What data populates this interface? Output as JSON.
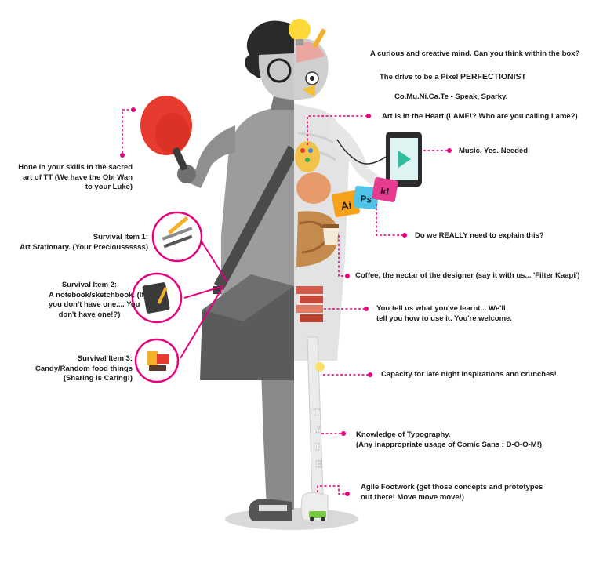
{
  "colors": {
    "accent": "#e6007e",
    "body_gray": "#9c9c9c",
    "body_dark": "#6f6f6f",
    "skeleton": "#dedede",
    "ground": "#d9d9d9"
  },
  "icon_labels": {
    "illustrator": "Ai",
    "photoshop": "Ps",
    "indesign": "Id",
    "spine_letters": [
      "T",
      "Y",
      "P",
      "E"
    ]
  },
  "callouts": {
    "mind": "A curious and creative mind. Can you think within the box?",
    "perfectionist_prefix": "The drive to be a Pixel",
    "perfectionist_emphasis": "PERFECTIONIST",
    "communicate": "Co.Mu.Ni.Ca.Te - Speak, Sparky.",
    "heart": "Art is in the Heart (LAME!? Who are you calling Lame?)",
    "music": "Music. Yes. Needed",
    "tt_line1": "Hone in your skills in the sacred",
    "tt_line2": "art of TT (We have the Obi Wan",
    "tt_line3": "to your Luke)",
    "explain": "Do we REALLY need to explain this?",
    "coffee": "Coffee, the nectar of the designer (say it with us... 'Filter Kaapi')",
    "learnt_line1": "You tell us what you've learnt... We'll",
    "learnt_line2": "tell you how to use it. You're welcome.",
    "night": "Capacity for late night inspirations and crunches!",
    "typo_line1": "Knowledge of Typography.",
    "typo_line2": "(Any inappropriate usage of Comic Sans : D-O-O-M!)",
    "foot_line1": "Agile Footwork (get those concepts and prototypes",
    "foot_line2": "out there! Move move move!)",
    "item1_line1": "Survival Item 1:",
    "item1_line2": "Art Stationary. (Your Precioussssss)",
    "item2_line1": "Survival Item 2:",
    "item2_line2": "A notebook/sketchbook. (If",
    "item2_line3": "you don't have one.... You",
    "item2_line4": "don't have one!?)",
    "item3_line1": "Survival Item 3:",
    "item3_line2": "Candy/Random food things",
    "item3_line3": "(Sharing is Caring!)"
  }
}
